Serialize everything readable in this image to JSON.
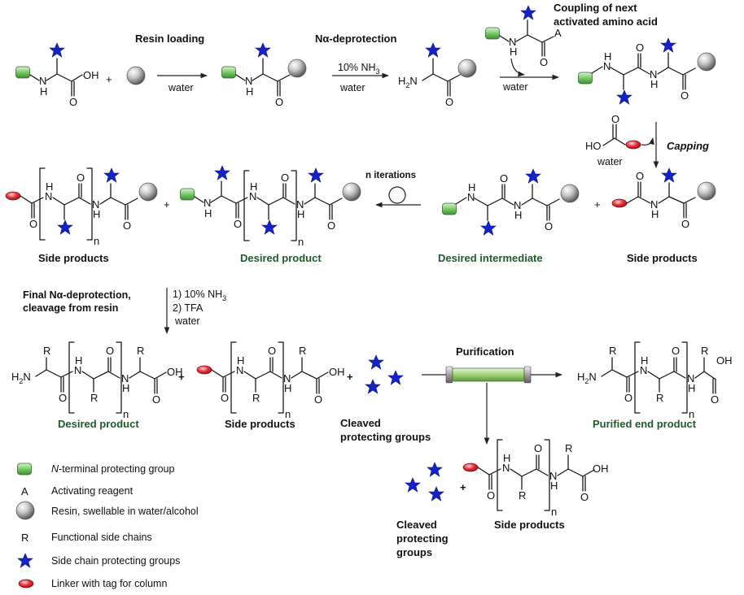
{
  "steps": {
    "resin_loading": "Resin loading",
    "deprotection": "Nα-deprotection",
    "coupling_line1": "Coupling of next",
    "coupling_line2": "activated amino acid",
    "capping": "Capping",
    "n_iterations": "n iterations",
    "final_line1": "Final Nα-deprotection,",
    "final_line2": "cleavage from resin",
    "cond1": "1) 10% NH",
    "cond1_sub": "3",
    "cond2": "2) TFA",
    "purification": "Purification"
  },
  "reagents": {
    "water": "water",
    "nh3": "10% NH",
    "nh3_sub": "3"
  },
  "atoms": {
    "H": "H",
    "N": "N",
    "O": "O",
    "OH": "OH",
    "HO": "HO",
    "A": "A",
    "R": "R",
    "n": "n",
    "H2N_main": "H",
    "H2N_sub": "2",
    "H2N_tail": "N",
    "plus": "+"
  },
  "products": {
    "side_products": "Side products",
    "desired_product": "Desired product",
    "desired_intermediate": "Desired intermediate",
    "purified_end_product": "Purified end product",
    "cleaved_line1": "Cleaved",
    "cleaved_line2": "protecting groups",
    "cleaved_line3": "protecting",
    "cleaved_line4": "groups"
  },
  "legend": {
    "n_terminal": "-terminal protecting group",
    "n_terminal_prefix": "N",
    "activating": "Activating reagent",
    "activating_symbol": "A",
    "resin": "Resin, swellable in water/alcohol",
    "side_chains": "Functional side chains",
    "side_chains_symbol": "R",
    "side_chain_groups": "Side chain protecting groups",
    "linker": "Linker with tag for column"
  },
  "colors": {
    "protecting_group": "#6fbf5f",
    "star": "#1522c8",
    "linker": "#e8323a",
    "resin": "#b8b8b8",
    "column": "#9fd27a",
    "green_label": "#1f5a2a"
  }
}
